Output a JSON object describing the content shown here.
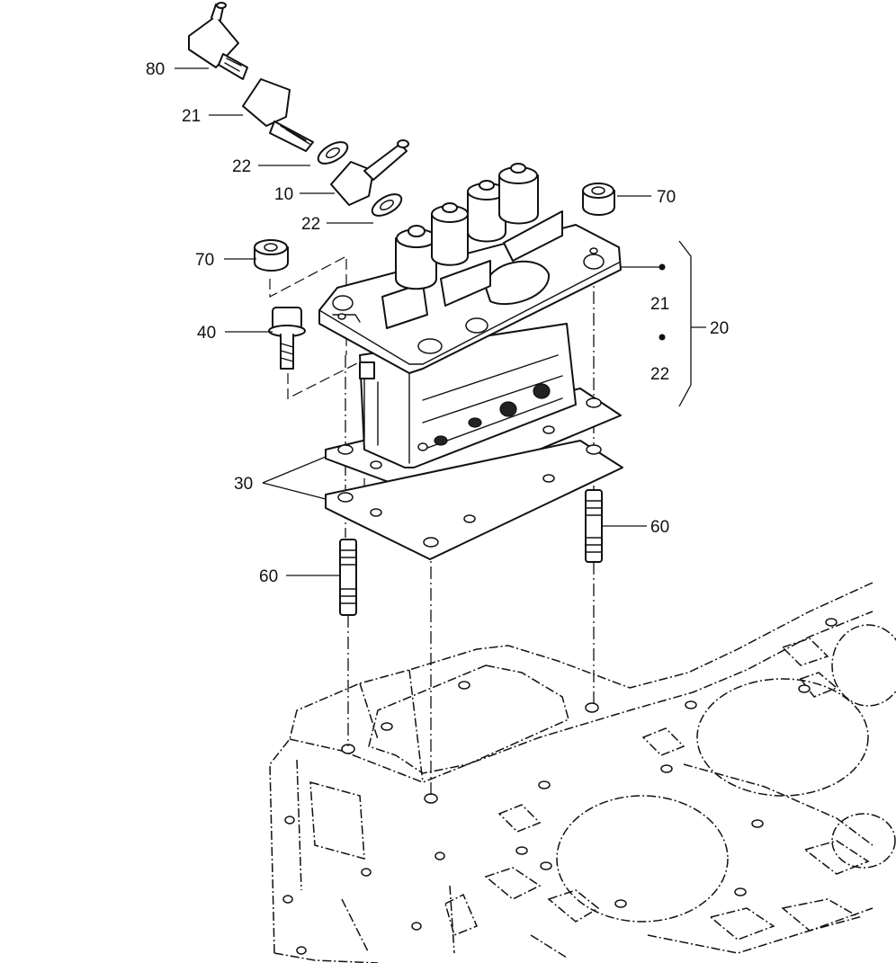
{
  "callouts": {
    "c80": "80",
    "c21_top": "21",
    "c22_upper": "22",
    "c10": "10",
    "c22_lower": "22",
    "c70_right": "70",
    "c70_left": "70",
    "c40": "40",
    "c20": "20",
    "c21_kit": "21",
    "c22_kit": "22",
    "c30": "30",
    "c60_right": "60",
    "c60_left": "60"
  }
}
